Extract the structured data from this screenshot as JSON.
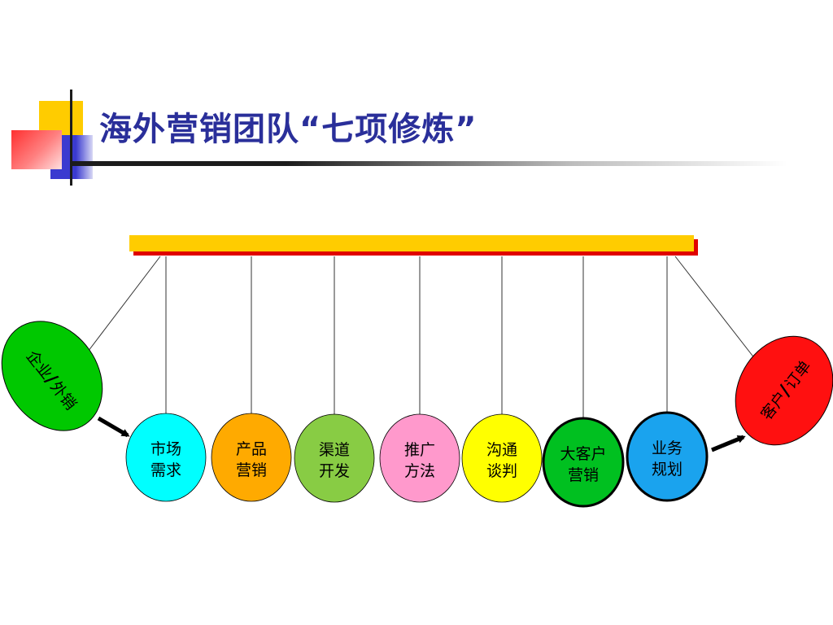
{
  "slide": {
    "title": "海外营销团队“七项修炼”"
  },
  "diagram": {
    "bar_color": "#ffcc00",
    "bar_shadow_color": "#e00000",
    "left_node": {
      "label_a": "企业",
      "label_b": "外销",
      "color": "#00c800"
    },
    "right_node": {
      "label_a": "客户",
      "label_b": "订单",
      "color": "#ff1010"
    },
    "balls": [
      {
        "line1": "市场",
        "line2": "需求",
        "color": "#00ffff",
        "outlined": false
      },
      {
        "line1": "产品",
        "line2": "营销",
        "color": "#ffaa00",
        "outlined": false
      },
      {
        "line1": "渠道",
        "line2": "开发",
        "color": "#88cc44",
        "outlined": false
      },
      {
        "line1": "推广",
        "line2": "方法",
        "color": "#ff99cc",
        "outlined": false
      },
      {
        "line1": "沟通",
        "line2": "谈判",
        "color": "#ffff00",
        "outlined": false
      },
      {
        "line1": "大客户",
        "line2": "营销",
        "color": "#00c020",
        "outlined": true
      },
      {
        "line1": "业务",
        "line2": "规划",
        "color": "#1aa3ee",
        "outlined": true
      }
    ]
  }
}
